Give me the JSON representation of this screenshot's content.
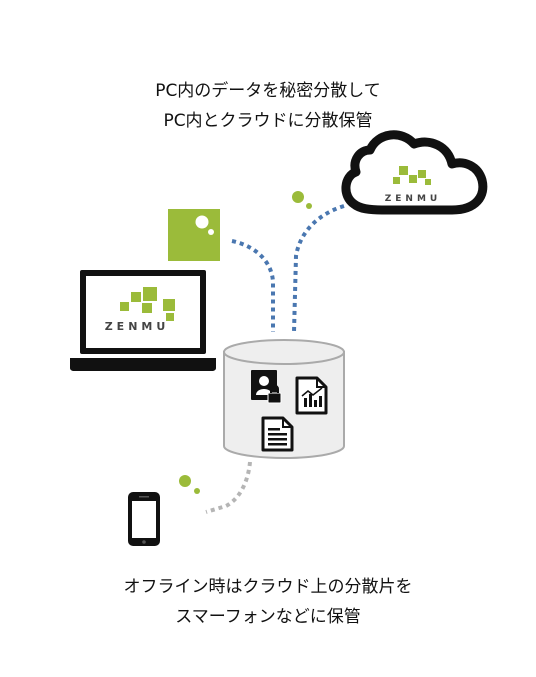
{
  "caption_top": {
    "line1": "PC内のデータを秘密分散して",
    "line2": "PC内とクラウドに分散保管"
  },
  "caption_bottom": {
    "line1": "オフライン時はクラウド上の分散片を",
    "line2": "スマーフォンなどに保管"
  },
  "brand": {
    "laptop_logo_text": "ZENMU",
    "cloud_logo_text": "ZENMU"
  },
  "colors": {
    "accent_green": "#9bbb3a",
    "dots_blue": "#4a77b0",
    "dots_gray": "#b5b5b5",
    "cylinder_fill": "#eeeeee",
    "device_black": "#111111"
  },
  "icons": {
    "cloud": "cloud-icon",
    "laptop": "laptop-icon",
    "smartphone": "smartphone-icon",
    "storage": "database-cylinder-icon",
    "fragment": "green-fragment-square",
    "locked_contact": "locked-contact-card-icon",
    "chart_doc": "chart-document-icon",
    "text_doc": "text-document-icon"
  }
}
